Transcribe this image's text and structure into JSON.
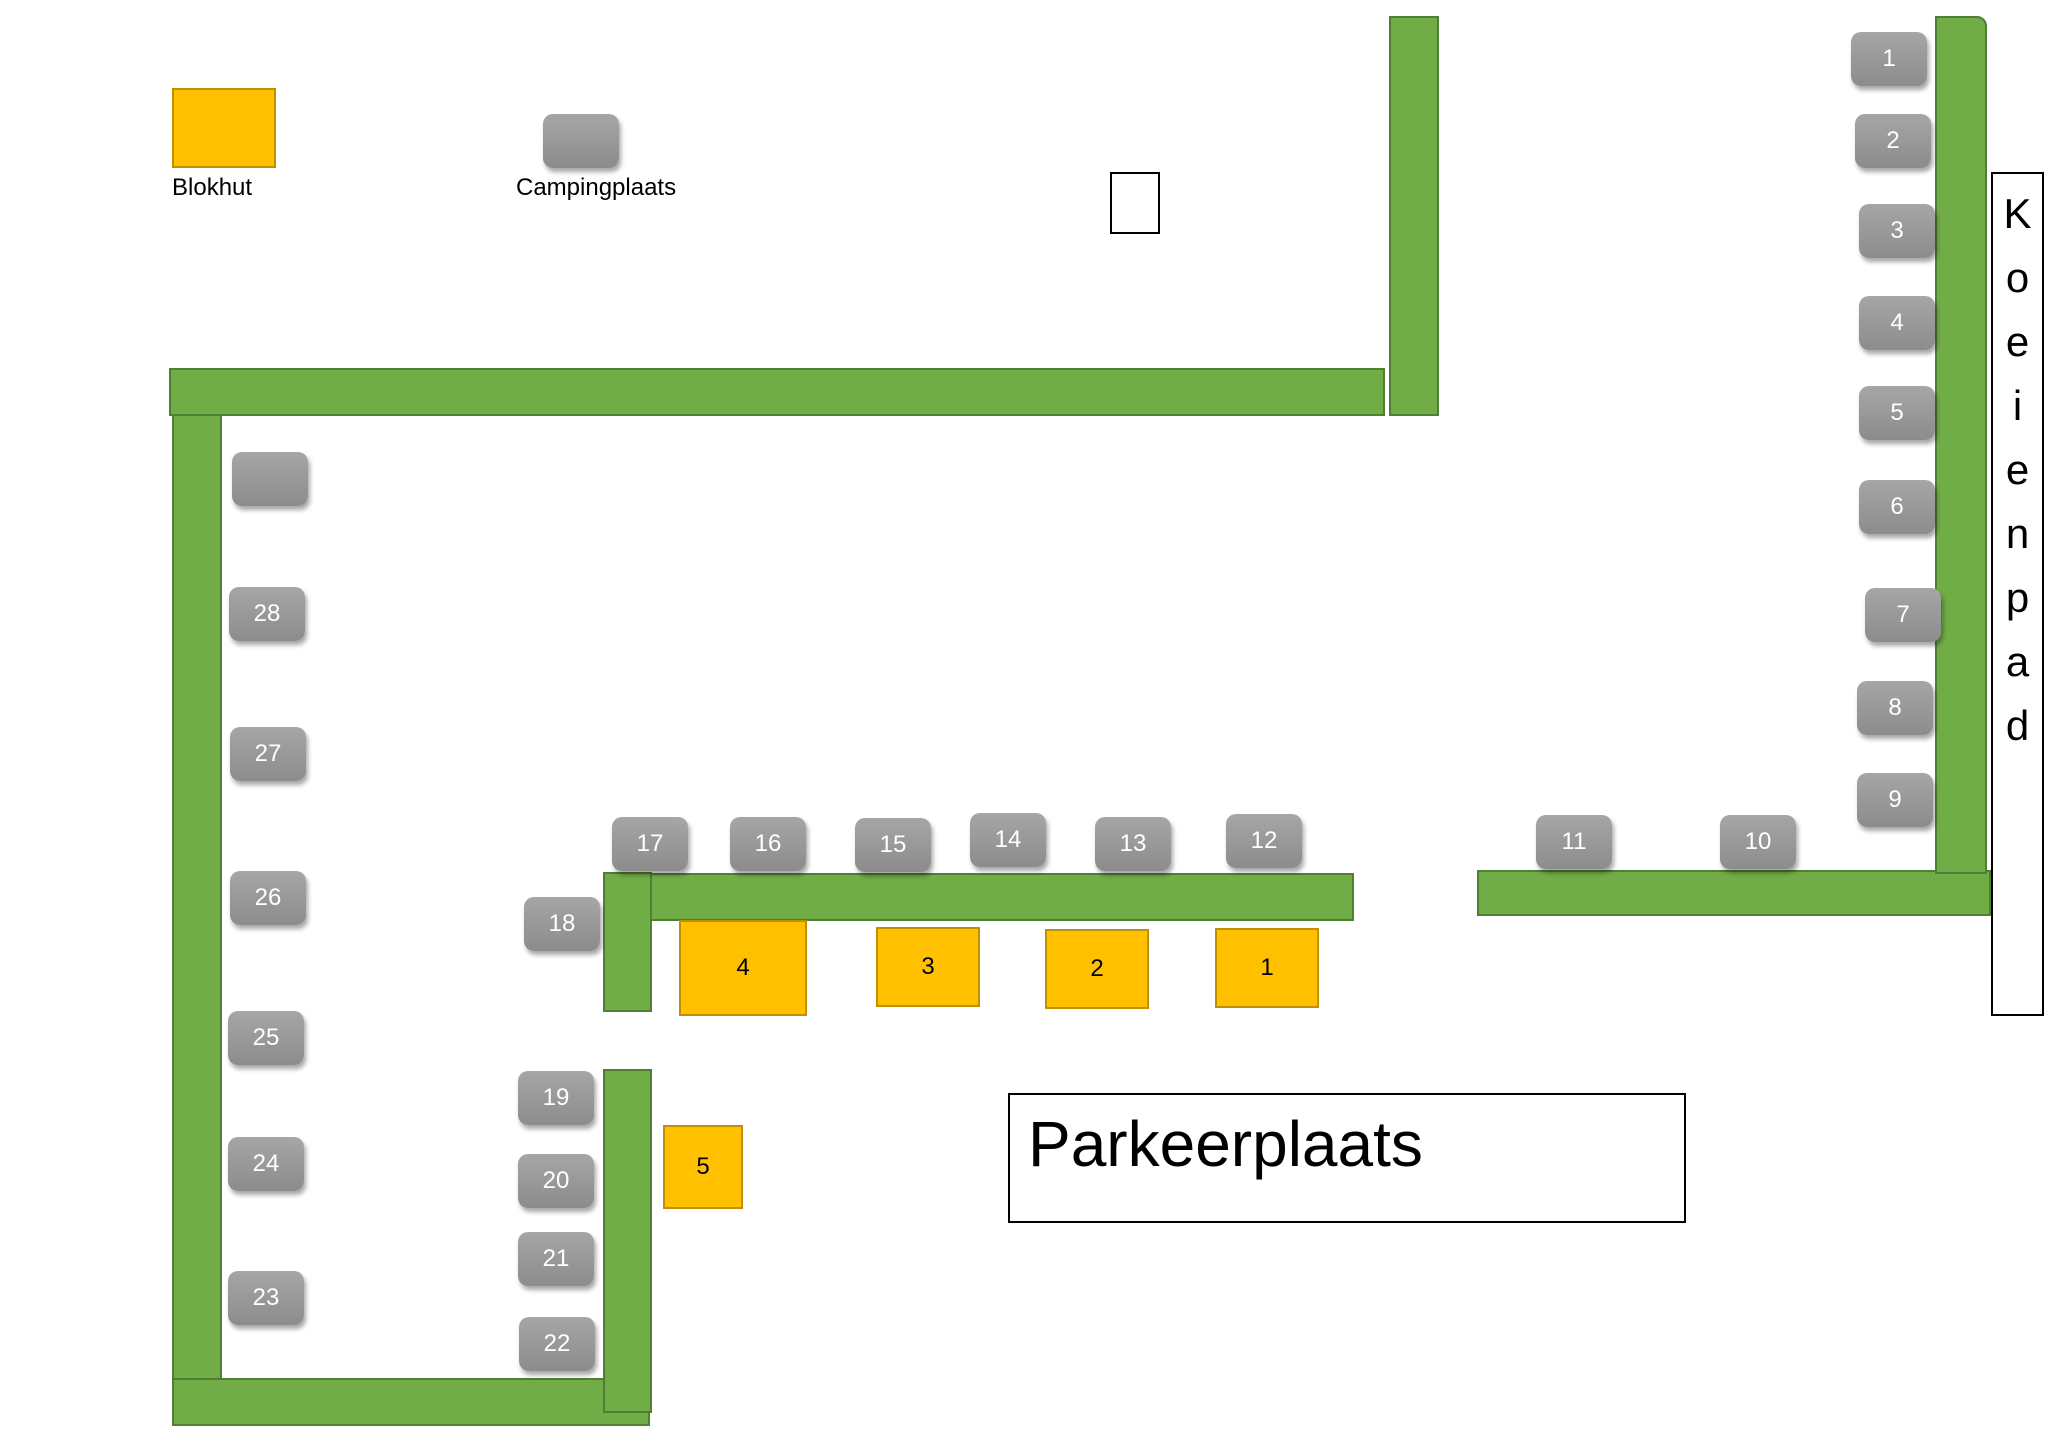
{
  "colors": {
    "hedge": "#70ad47",
    "hedge_border": "#507e32",
    "cabin": "#ffc000",
    "pitch": "#999999",
    "background": "#ffffff"
  },
  "legend": {
    "cabin_label": "Blokhut",
    "pitch_label": "Campingplaats"
  },
  "road_letters": [
    "K",
    "o",
    "e",
    "i",
    "e",
    "n",
    "p",
    "a",
    "d"
  ],
  "parking_label": "Parkeerplaats",
  "pitches": [
    "1",
    "2",
    "3",
    "4",
    "5",
    "6",
    "7",
    "8",
    "9",
    "10",
    "11",
    "12",
    "13",
    "14",
    "15",
    "16",
    "17",
    "18",
    "19",
    "20",
    "21",
    "22",
    "23",
    "24",
    "25",
    "26",
    "27",
    "28",
    ""
  ],
  "cabins": [
    "1",
    "2",
    "3",
    "4",
    "5"
  ]
}
